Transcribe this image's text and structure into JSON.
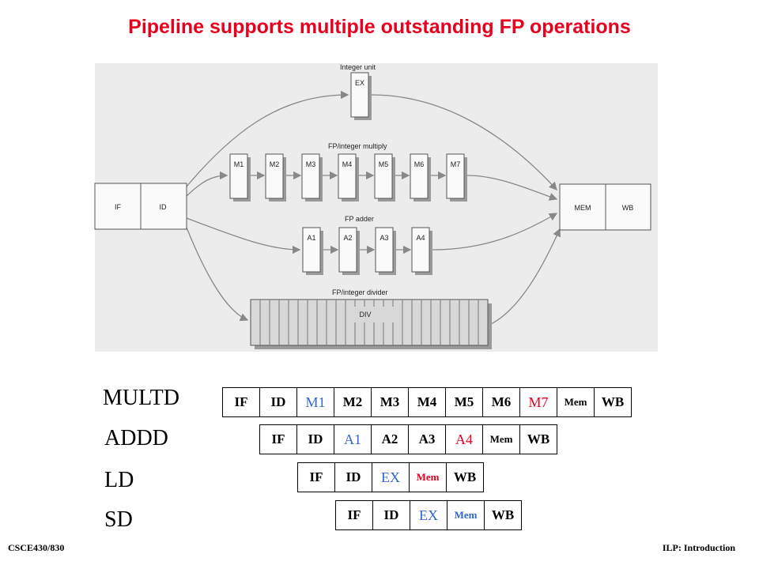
{
  "title": "Pipeline supports multiple outstanding FP operations",
  "title_color": "#e8001f",
  "diagram": {
    "front_stages": [
      "IF",
      "ID"
    ],
    "back_stages": [
      "MEM",
      "WB"
    ],
    "integer_unit": {
      "label": "Integer unit",
      "stages": [
        "EX"
      ]
    },
    "multiply_unit": {
      "label": "FP/integer multiply",
      "stages": [
        "M1",
        "M2",
        "M3",
        "M4",
        "M5",
        "M6",
        "M7"
      ]
    },
    "adder_unit": {
      "label": "FP adder",
      "stages": [
        "A1",
        "A2",
        "A3",
        "A4"
      ]
    },
    "divider_unit": {
      "label": "FP/integer divider",
      "stage": "DIV"
    }
  },
  "timing": [
    {
      "instruction": "MULTD",
      "stages": [
        {
          "t": "IF"
        },
        {
          "t": "ID"
        },
        {
          "t": "M1",
          "c": "blue"
        },
        {
          "t": "M2"
        },
        {
          "t": "M3"
        },
        {
          "t": "M4"
        },
        {
          "t": "M5"
        },
        {
          "t": "M6"
        },
        {
          "t": "M7",
          "c": "red"
        },
        {
          "t": "Mem",
          "s": 1
        },
        {
          "t": "WB"
        }
      ]
    },
    {
      "instruction": "ADDD",
      "stages": [
        {
          "t": "IF"
        },
        {
          "t": "ID"
        },
        {
          "t": "A1",
          "c": "blue"
        },
        {
          "t": "A2"
        },
        {
          "t": "A3"
        },
        {
          "t": "A4",
          "c": "red"
        },
        {
          "t": "Mem",
          "s": 1
        },
        {
          "t": "WB"
        }
      ]
    },
    {
      "instruction": "LD",
      "stages": [
        {
          "t": "IF"
        },
        {
          "t": "ID"
        },
        {
          "t": "EX",
          "c": "blue"
        },
        {
          "t": "Mem",
          "s": 1,
          "c": "red"
        },
        {
          "t": "WB"
        }
      ]
    },
    {
      "instruction": "SD",
      "stages": [
        {
          "t": "IF"
        },
        {
          "t": "ID"
        },
        {
          "t": "EX",
          "c": "blue"
        },
        {
          "t": "Mem",
          "s": 1,
          "c": "blue"
        },
        {
          "t": "WB"
        }
      ]
    }
  ],
  "colors": {
    "blue": "#3366cc",
    "red": "#e8001f",
    "black": "#000000"
  },
  "footer": {
    "left": "CSCE430/830",
    "right": "ILP: Introduction"
  }
}
